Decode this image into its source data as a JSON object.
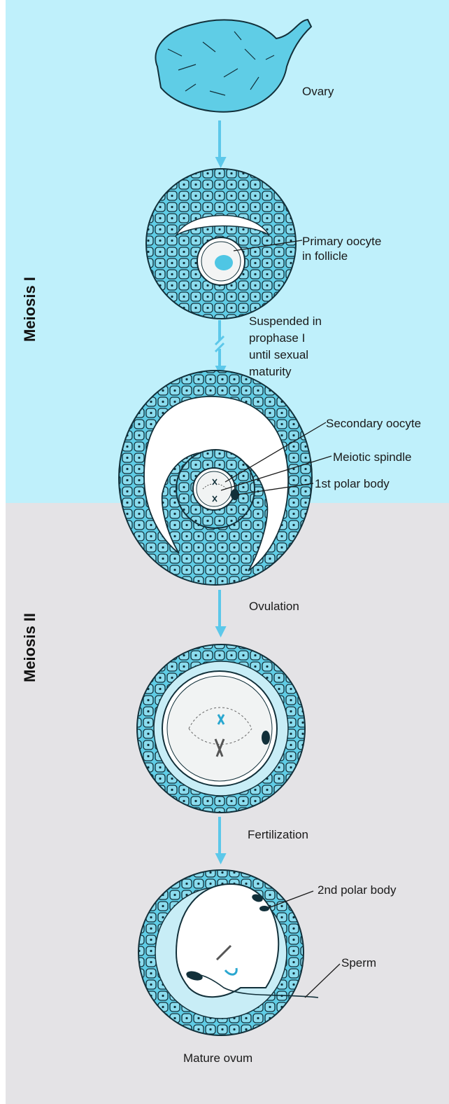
{
  "phases": {
    "first": "Meiosis I",
    "second": "Meiosis II"
  },
  "labels": {
    "ovary": "Ovary",
    "primary_1": "Primary oocyte",
    "primary_2": "in follicle",
    "suspended_1": "Suspended in",
    "suspended_2": "prophase I",
    "suspended_3": "until sexual",
    "suspended_4": "maturity",
    "secondary": "Secondary oocyte",
    "spindle": "Meiotic spindle",
    "polar1": "1st polar body",
    "ovulation": "Ovulation",
    "fertilization": "Fertilization",
    "polar2": "2nd polar body",
    "sperm": "Sperm",
    "mature": "Mature ovum"
  },
  "colors": {
    "meiosis1_bg": "#bff0fb",
    "meiosis2_bg": "#e4e3e6",
    "cell_fill": "#5fcde6",
    "arrow": "#5cc8ea"
  }
}
